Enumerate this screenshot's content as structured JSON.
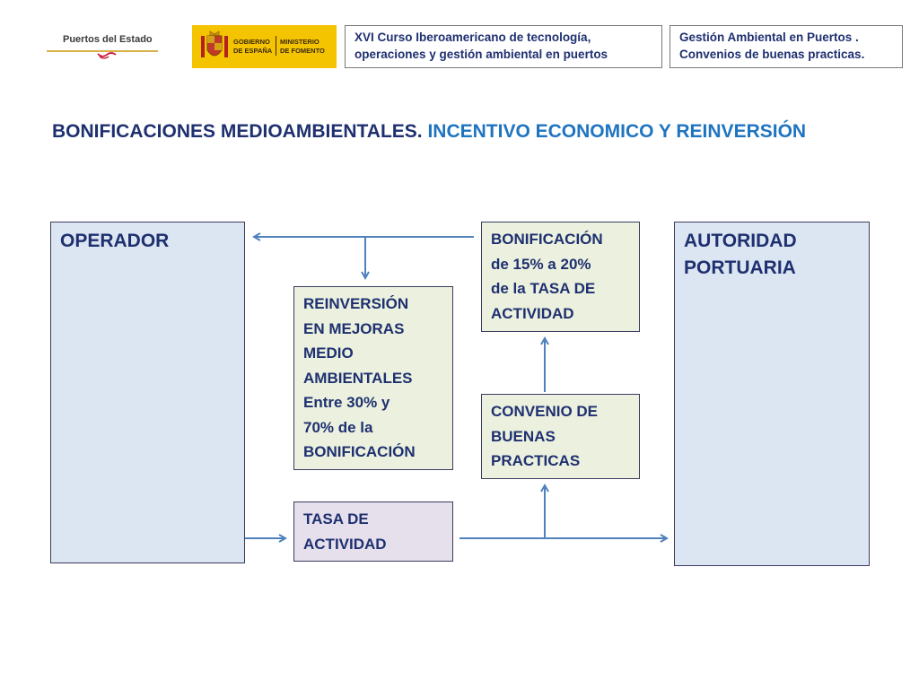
{
  "header": {
    "logo_puertos": "Puertos del Estado",
    "logo_gobierno_line1": "GOBIERNO",
    "logo_gobierno_line2": "DE ESPAÑA",
    "logo_ministerio_line1": "MINISTERIO",
    "logo_ministerio_line2": "DE FOMENTO",
    "box1_line1": "XVI Curso Iberoamericano de tecnología,",
    "box1_line2": "operaciones y gestión ambiental en puertos",
    "box2_line1": "Gestión Ambiental en Puertos .",
    "box2_line2": "Convenios de buenas practicas."
  },
  "title": {
    "part1": "BONIFICACIONES MEDIOAMBIENTALES.",
    "part2": " INCENTIVO ECONOMICO   Y  REINVERSIÓN"
  },
  "diagram": {
    "operador": "OPERADOR",
    "autoridad_line1": "AUTORIDAD",
    "autoridad_line2": "PORTUARIA",
    "bonificacion": [
      "BONIFICACIÓN",
      "de 15% a 20%",
      "de la TASA DE",
      "ACTIVIDAD"
    ],
    "reinversion": [
      "REINVERSIÓN",
      "EN MEJORAS",
      "MEDIO",
      "AMBIENTALES",
      "Entre 30% y",
      "70% de la",
      "BONIFICACIÓN"
    ],
    "convenio": [
      "CONVENIO DE",
      "BUENAS",
      "PRACTICAS"
    ],
    "tasa": [
      "TASA DE",
      "ACTIVIDAD"
    ]
  },
  "colors": {
    "title_dark": "#1f3070",
    "title_blue": "#1f74c0",
    "big_box_fill": "#dce6f2",
    "green_box_fill": "#ebf1de",
    "purple_box_fill": "#e5e0ec",
    "arrow": "#4f81bd",
    "gobierno_yellow": "#f5c400"
  }
}
